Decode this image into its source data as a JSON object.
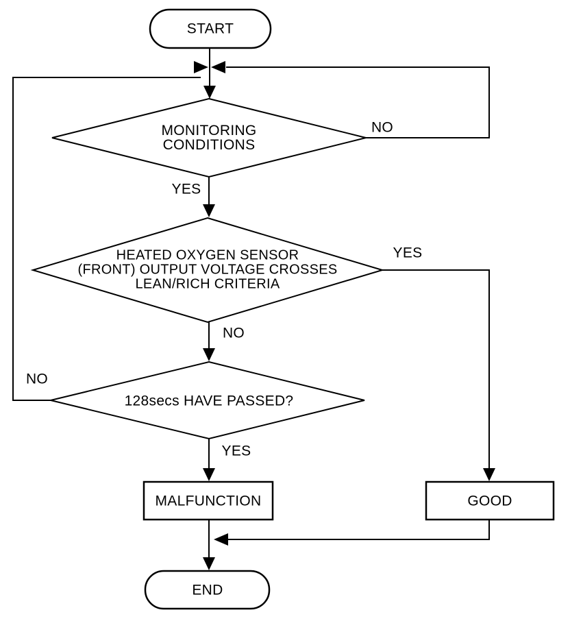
{
  "colors": {
    "line": "#000000",
    "background": "#ffffff"
  },
  "nodes": {
    "start": {
      "label": "START"
    },
    "monitoring": {
      "line1": "MONITORING",
      "line2": "CONDITIONS"
    },
    "oxygen": {
      "line1": "HEATED OXYGEN SENSOR",
      "line2": "(FRONT) OUTPUT VOLTAGE CROSSES",
      "line3": "LEAN/RICH CRITERIA"
    },
    "timer": {
      "label": "128secs HAVE PASSED?"
    },
    "malfunction": {
      "label": "MALFUNCTION"
    },
    "good": {
      "label": "GOOD"
    },
    "end": {
      "label": "END"
    }
  },
  "edge_labels": {
    "monitoring_no": "NO",
    "monitoring_yes": "YES",
    "oxygen_yes": "YES",
    "oxygen_no": "NO",
    "timer_no": "NO",
    "timer_yes": "YES"
  }
}
